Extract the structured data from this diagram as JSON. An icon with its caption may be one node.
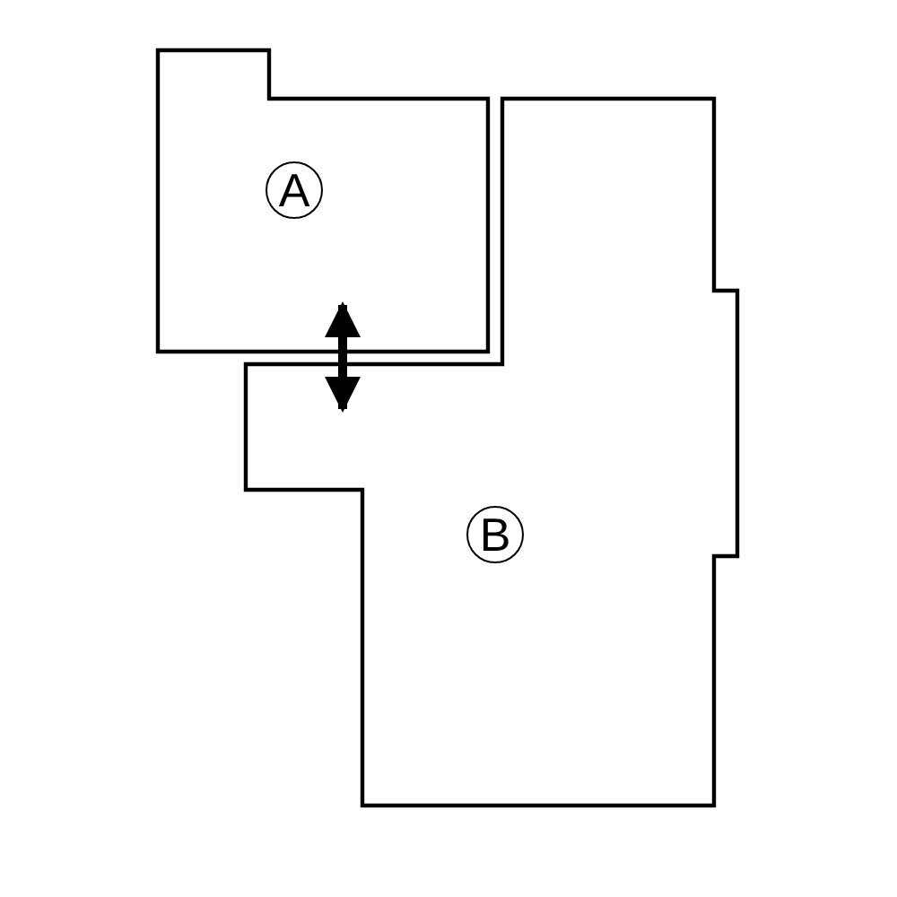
{
  "diagram": {
    "nodes": [
      {
        "text": [
          "A"
        ]
      },
      {
        "text": [
          "B"
        ]
      }
    ],
    "edges": [
      {
        "from": 0,
        "to": 1,
        "arrow": "both"
      }
    ]
  }
}
